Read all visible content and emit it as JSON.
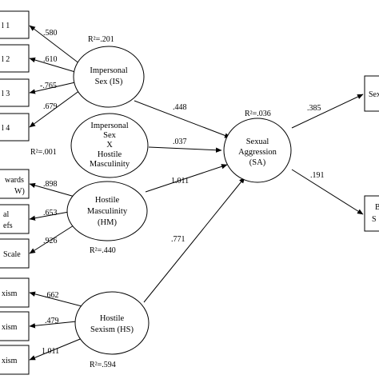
{
  "indicators_is": [
    "l 1",
    "l 2",
    "l 3",
    "l 4"
  ],
  "indicators_hm": [
    [
      "wards",
      "W)"
    ],
    [
      "al",
      "efs"
    ],
    [
      "Scale"
    ]
  ],
  "indicators_hs": [
    "xism",
    "xism",
    "xism"
  ],
  "outcomes": [
    [
      "Sex"
    ],
    [
      "B",
      "S"
    ]
  ],
  "latent": {
    "is": [
      "Impersonal",
      "Sex (IS)"
    ],
    "interaction": [
      "Impersonal",
      "Sex",
      "X",
      "Hostile",
      "Masculinity"
    ],
    "hm": [
      "Hostile",
      "Masculinity",
      "(HM)"
    ],
    "hs": [
      "Hostile",
      "Sexism (HS)"
    ],
    "sa": [
      "Sexual",
      "Aggression",
      "(SA)"
    ]
  },
  "r2": {
    "is": "R²=.201",
    "interaction": "R²=.001",
    "hm": "R²=.440",
    "hs": "R²=.594",
    "sa": "R²=.036"
  },
  "loadings_is": [
    ".580",
    ".610",
    "-.765",
    ".679"
  ],
  "loadings_hm": [
    ".898",
    ".653",
    ".926"
  ],
  "loadings_hs": [
    ".662",
    ".479",
    "1.011"
  ],
  "paths": {
    "is_sa": ".448",
    "int_sa": ".037",
    "hm_sa": "1.011",
    "hs_sa": ".771",
    "sa_o1": ".385",
    "sa_o2": ".191"
  }
}
